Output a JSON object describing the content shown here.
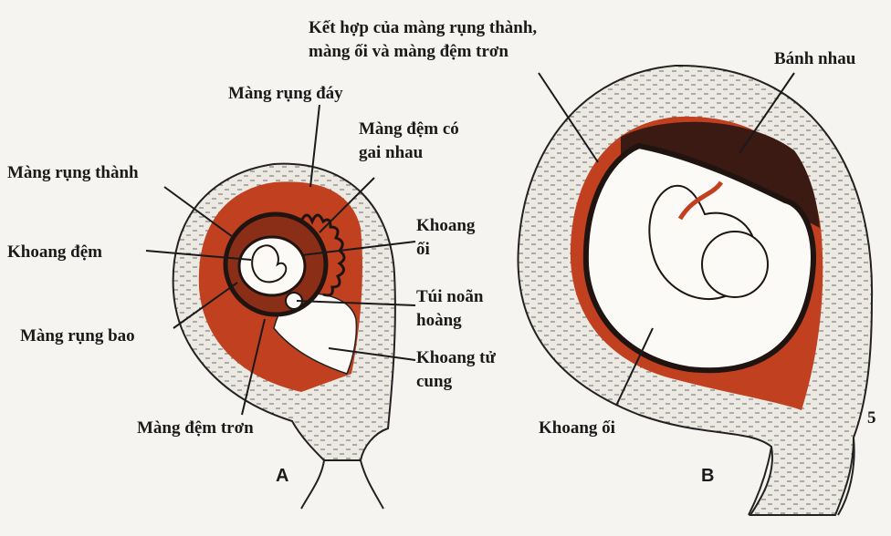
{
  "panels": {
    "a": "A",
    "b": "B"
  },
  "labels": {
    "mang_rung_day": "Màng rụng đáy",
    "mang_dem_co_gai_1": "Màng đệm có",
    "mang_dem_co_gai_2": "gai nhau",
    "mang_rung_thanh": "Màng rụng thành",
    "khoang_dem": "Khoang đệm",
    "khoang_oi_a_1": "Khoang",
    "khoang_oi_a_2": "ối",
    "tui_noan_hoang_1": "Túi noãn",
    "tui_noan_hoang_2": "hoàng",
    "mang_rung_bao": "Màng rụng bao",
    "khoang_tu_cung_1": "Khoang tử",
    "khoang_tu_cung_2": "cung",
    "mang_dem_tron": "Màng đệm trơn",
    "ket_hop_1": "Kết hợp của màng rụng thành,",
    "ket_hop_2": "màng ối và màng đệm trơn",
    "banh_nhau": "Bánh nhau",
    "khoang_oi_b": "Khoang ối",
    "page_mark": "5"
  },
  "colors": {
    "wall_fill": "#ece8e2",
    "wall_texture": "#6b6b6b",
    "decidua_red": "#c0401f",
    "placenta_dark": "#3a1a12",
    "membrane": "#1f1410",
    "cavity": "#fbfaf7",
    "outline": "#222222"
  }
}
